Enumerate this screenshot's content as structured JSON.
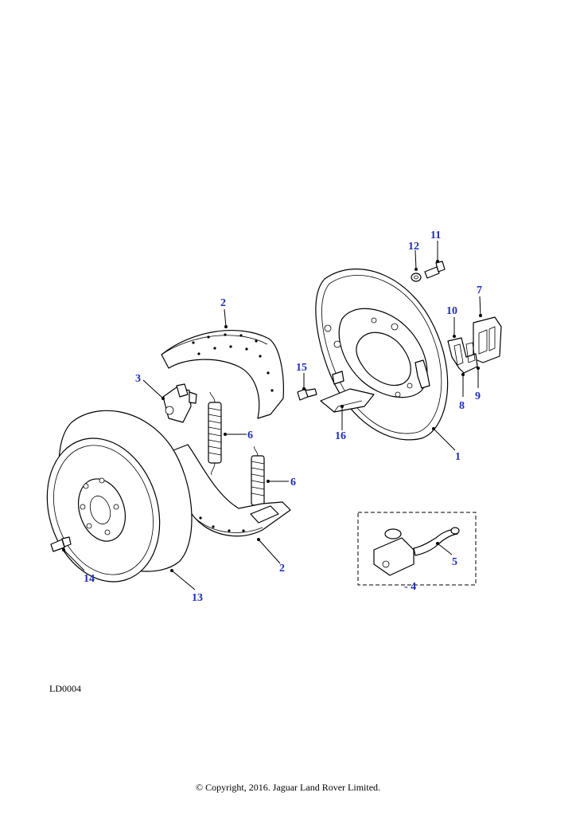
{
  "diagram": {
    "reference_code": "LD0004",
    "copyright": "© Copyright, 2016. Jaguar Land Rover Limited.",
    "callouts": {
      "c1": "1",
      "c2_top": "2",
      "c2_bottom": "2",
      "c3": "3",
      "c4": "- 4",
      "c5": "5",
      "c6_left": "6",
      "c6_right": "6",
      "c7": "7",
      "c8": "8",
      "c9": "9",
      "c10": "10",
      "c11": "11",
      "c12": "12",
      "c13": "13",
      "c14": "14",
      "c15": "15",
      "c16": "16"
    },
    "callout_color": "#1f2fb8"
  }
}
